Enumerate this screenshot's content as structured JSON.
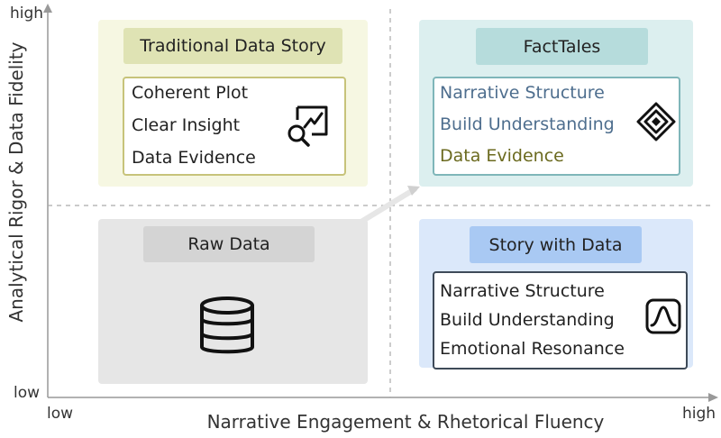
{
  "axes": {
    "y_label": "Analytical Rigor & Data Fidelity",
    "x_label": "Narrative Engagement & Rhetorical Fluency",
    "y_high": "high",
    "y_low": "low",
    "x_low": "low",
    "x_high": "high"
  },
  "quadrants": {
    "traditional": {
      "title": "Traditional Data Story",
      "items": [
        "Coherent Plot",
        "Clear Insight",
        "Data Evidence"
      ],
      "icon": "chart-search-icon"
    },
    "facttales": {
      "title": "FactTales",
      "items": [
        "Narrative Structure",
        "Build Understanding",
        "Data Evidence"
      ],
      "icon": "nested-diamond-icon"
    },
    "raw": {
      "title": "Raw Data",
      "icon": "database-icon"
    },
    "story": {
      "title": "Story with Data",
      "items": [
        "Narrative Structure",
        "Build Understanding",
        "Emotional Resonance"
      ],
      "icon": "bell-curve-icon"
    }
  },
  "colors": {
    "traditional_bg": "#f6f7e2",
    "traditional_title_bg": "#dfe3b4",
    "traditional_border": "#c7c37a",
    "facttales_bg": "#dcefef",
    "facttales_title_bg": "#b6dcdc",
    "facttales_border": "#7fb6b9",
    "facttales_text_blue": "#4e6e8e",
    "facttales_text_olive": "#6b6a1f",
    "raw_bg": "#e6e6e6",
    "raw_title_bg": "#d4d4d4",
    "story_bg": "#dbe8fa",
    "story_title_bg": "#a9c9f3",
    "story_border": "#3e4a58"
  }
}
